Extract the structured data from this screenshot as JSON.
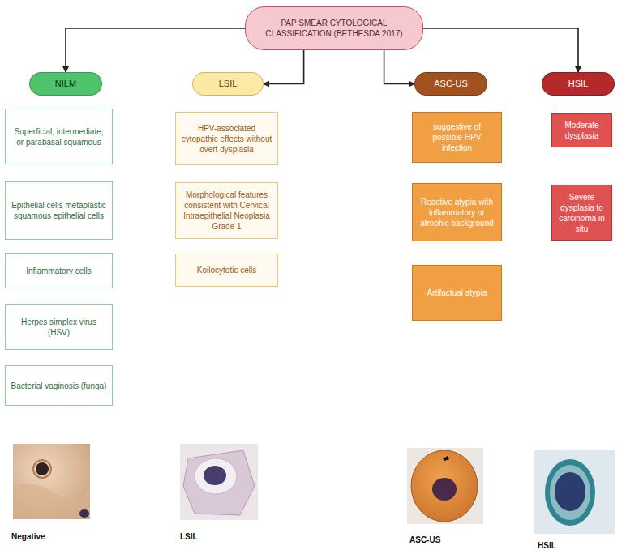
{
  "diagram": {
    "nodes": [
      {
        "text": [
          "PAP SMEAR CYTOLOGICAL CLASSIFICATION (BETHESDA 2017)"
        ]
      },
      {
        "text": [
          "NILM"
        ]
      },
      {
        "text": [
          "Superficial, intermediate, or parabasal squamous"
        ]
      },
      {
        "text": [
          "Epithelial cells metaplastic squamous epithelial cells"
        ]
      },
      {
        "text": [
          "Inflammatory cells"
        ]
      },
      {
        "text": [
          "Herpes simplex virus (HSV)"
        ]
      },
      {
        "text": [
          "Bacterial vaginosis (funga)"
        ]
      },
      {
        "text": [
          "LSIL"
        ]
      },
      {
        "text": [
          "HPV-associated cytopathic effects without overt dysplasia"
        ]
      },
      {
        "text": [
          "Morphological features consistent with Cervical Intraepithelial Neoplasia Grade 1"
        ]
      },
      {
        "text": [
          "Koilocytotic cells"
        ]
      },
      {
        "text": [
          "ASC-US"
        ]
      },
      {
        "text": [
          "suggestive of possible HPV infection"
        ]
      },
      {
        "text": [
          "Reactive atypia with inflammatory or atrophic background"
        ]
      },
      {
        "text": [
          "Artifactual atypia"
        ]
      },
      {
        "text": [
          "HSIL"
        ]
      },
      {
        "text": [
          "Moderate dysplasia"
        ]
      },
      {
        "text": [
          "Severe dysplasia to carcinoma in situ"
        ]
      }
    ],
    "edges": [
      {
        "from": 0,
        "to": 1,
        "arrow": "to"
      },
      {
        "from": 0,
        "to": 7,
        "arrow": "to"
      },
      {
        "from": 0,
        "to": 11,
        "arrow": "to"
      },
      {
        "from": 0,
        "to": 15,
        "arrow": "to"
      }
    ],
    "labels": [
      "Negative",
      "LSIL",
      "ASC-US",
      "HSIL"
    ]
  }
}
